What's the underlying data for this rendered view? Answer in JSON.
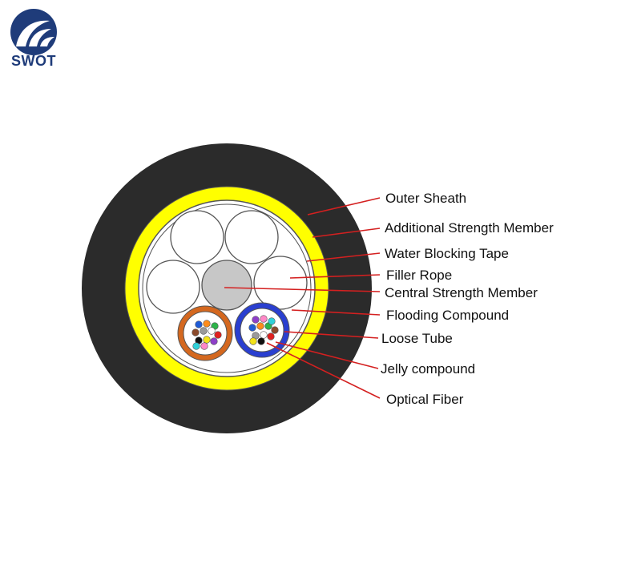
{
  "brand": {
    "name": "SWOT",
    "color": "#1f3c7a"
  },
  "colors": {
    "outer_sheath": "#2b2b2b",
    "strength_yellow": "#ffff00",
    "inner_white": "#ffffff",
    "central_member": "#c7c7c7",
    "tube_orange": "#d4681f",
    "tube_blue": "#2a3fd0",
    "leader_line": "#d42020",
    "outline": "#555555"
  },
  "labels": [
    {
      "id": "outer-sheath",
      "text": "Outer Sheath"
    },
    {
      "id": "additional-strength-member",
      "text": "Additional Strength Member"
    },
    {
      "id": "water-blocking-tape",
      "text": "Water Blocking Tape"
    },
    {
      "id": "filler-rope",
      "text": "Filler Rope"
    },
    {
      "id": "central-strength-member",
      "text": "Central Strength Member"
    },
    {
      "id": "flooding-compound",
      "text": "Flooding Compound"
    },
    {
      "id": "loose-tube",
      "text": "Loose Tube"
    },
    {
      "id": "jelly-compound",
      "text": "Jelly compound"
    },
    {
      "id": "optical-fiber",
      "text": "Optical Fiber"
    }
  ],
  "fiber_colors": [
    "#1f5bd6",
    "#ff8c1a",
    "#2db34a",
    "#8b4a2b",
    "#9a9a9a",
    "#ffffff",
    "#e02020",
    "#111111",
    "#f2e21a",
    "#8e3fc9",
    "#ff88c8",
    "#30d0d8"
  ]
}
